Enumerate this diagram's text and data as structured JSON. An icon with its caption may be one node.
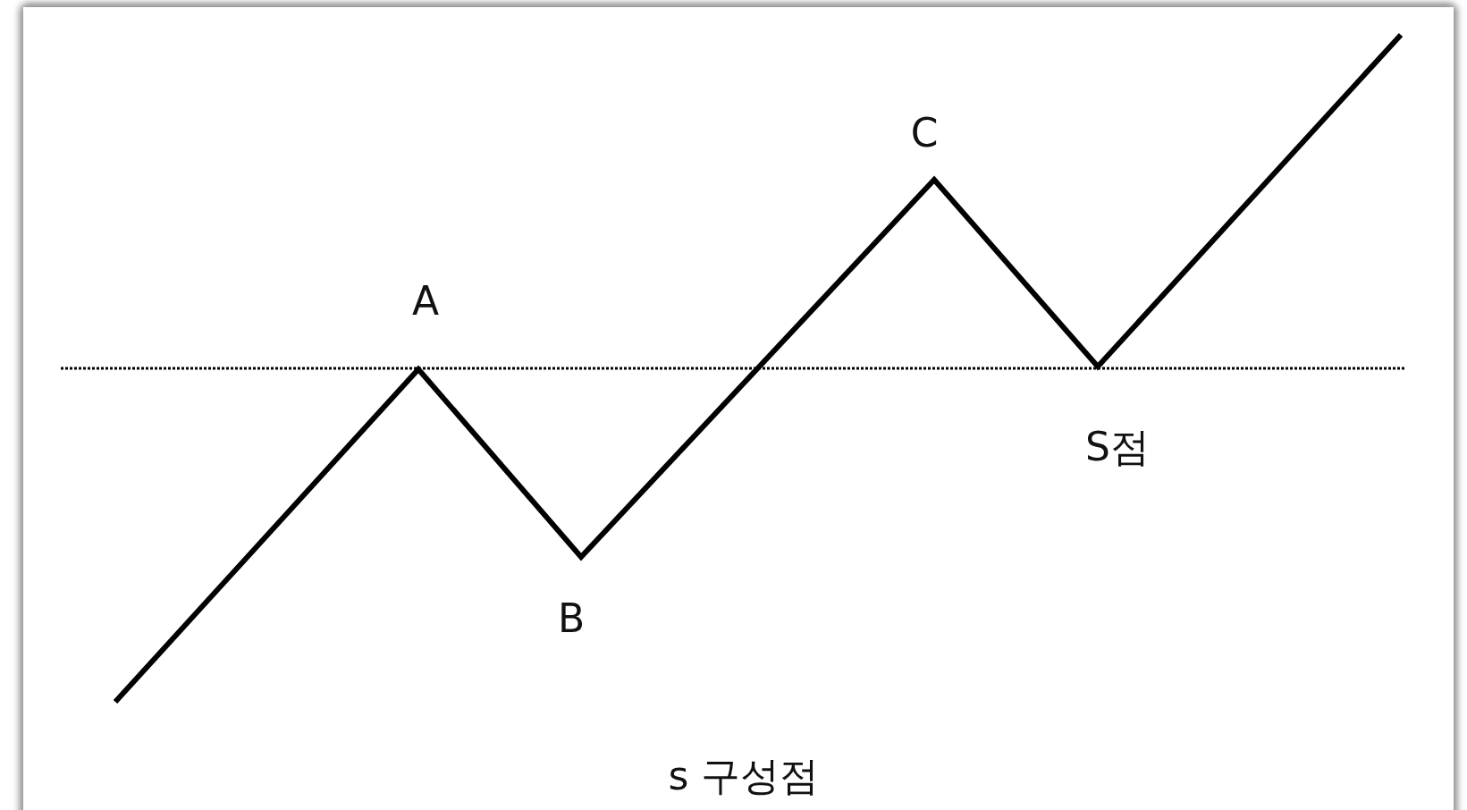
{
  "diagram": {
    "caption": "s 구성점",
    "labels": [
      "C",
      "A",
      "S점",
      "B"
    ]
  }
}
